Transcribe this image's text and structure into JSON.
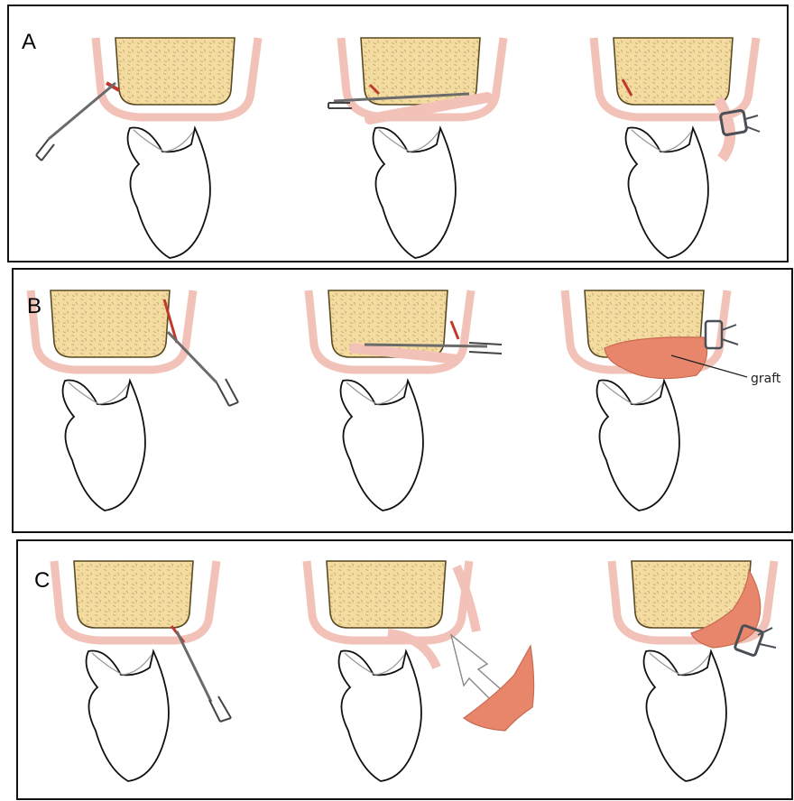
{
  "panels": [
    {
      "label": "A"
    },
    {
      "label": "B"
    },
    {
      "label": "C"
    }
  ],
  "annotations": {
    "graft": "graft"
  },
  "colors": {
    "bone_fill": "#f4dca0",
    "bone_stroke": "#5a4a22",
    "gum": "#f2c2b8",
    "graft": "#e8866c",
    "incision": "#c0392b",
    "instrument": "#6b6b6b",
    "suture": "#4a4f55"
  }
}
